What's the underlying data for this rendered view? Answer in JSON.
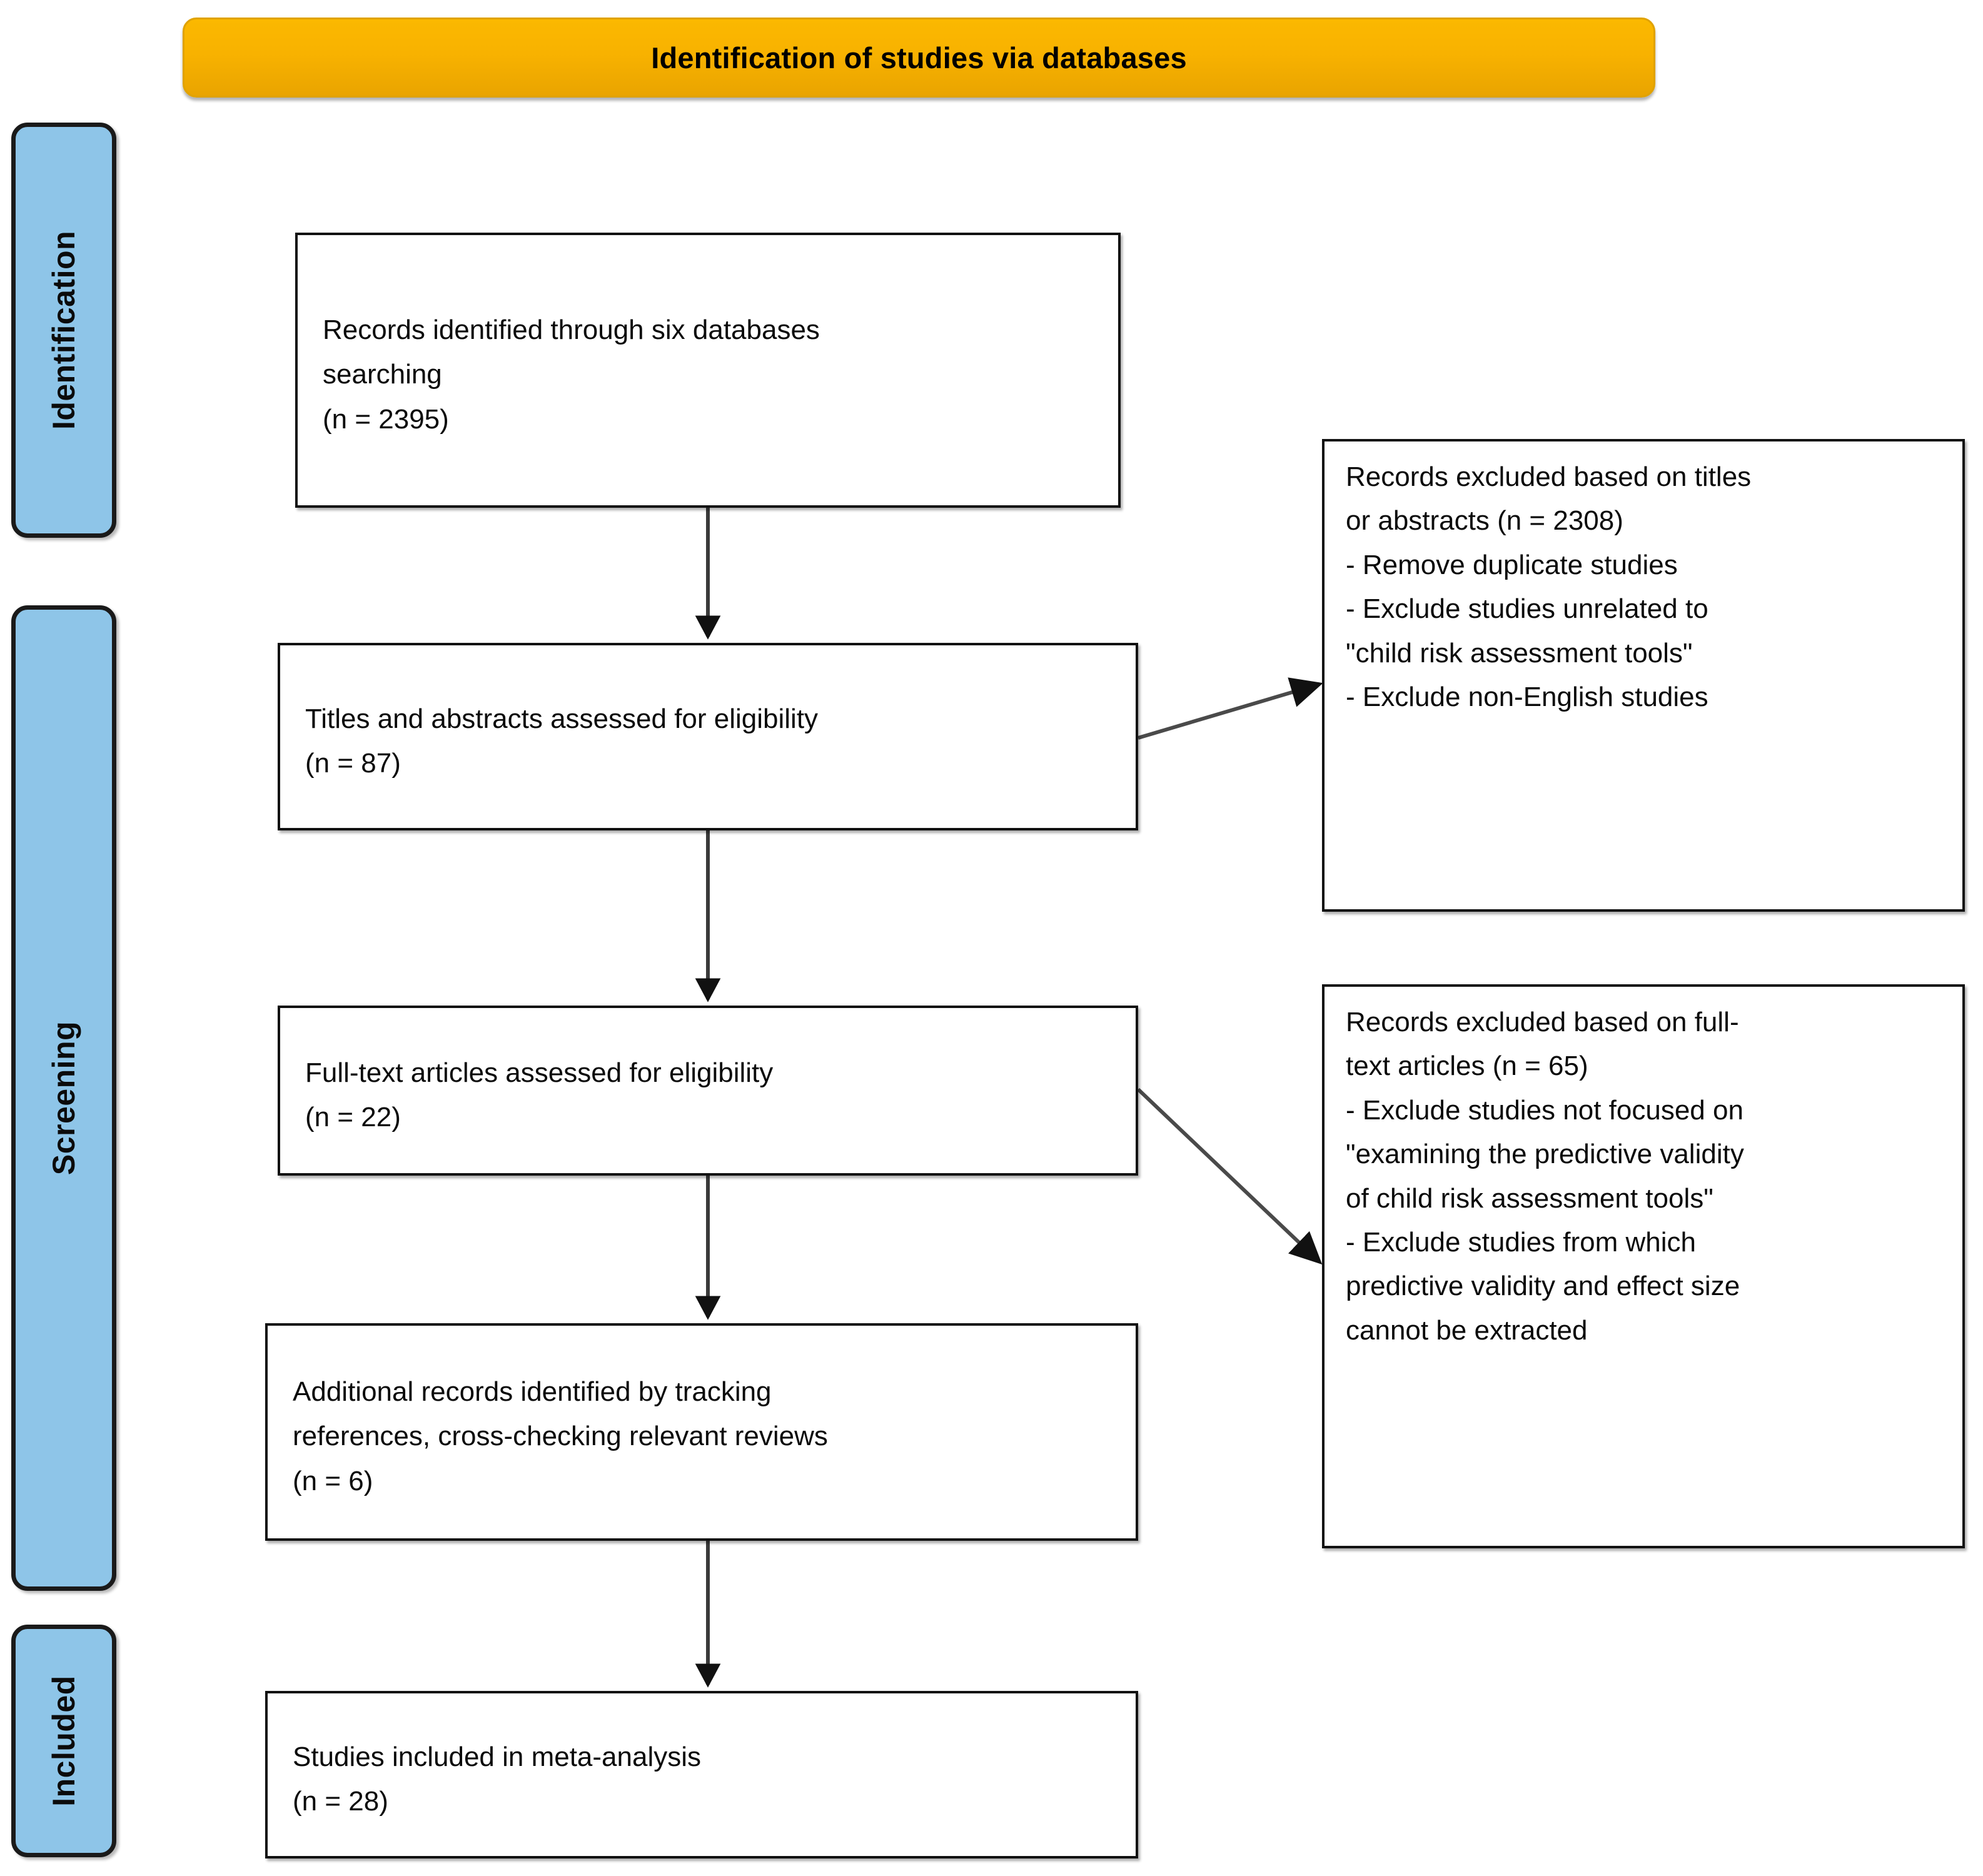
{
  "banner": {
    "title": "Identification of studies via databases",
    "color": "#F8B200"
  },
  "phases": [
    {
      "id": "identification",
      "label": "Identification",
      "color": "#8EC5E8"
    },
    {
      "id": "screening",
      "label": "Screening",
      "color": "#8EC5E8"
    },
    {
      "id": "included",
      "label": "Included",
      "color": "#8EC5E8"
    }
  ],
  "flow": {
    "identified": {
      "line1": "Records identified through six databases",
      "line2": "searching",
      "line3": "(n = 2395)",
      "count": 2395
    },
    "titles_assessed": {
      "line1": "Titles and abstracts assessed for eligibility",
      "line2": "(n = 87)",
      "count": 87
    },
    "fulltext_assessed": {
      "line1": "Full-text articles assessed for eligibility",
      "line2": "(n = 22)",
      "count": 22
    },
    "additional_records": {
      "line1": "Additional records identified by tracking",
      "line2": "references, cross-checking relevant reviews",
      "line3": "(n = 6)",
      "count": 6
    },
    "included_studies": {
      "line1": "Studies included in meta-analysis",
      "line2": "(n = 28)",
      "count": 28
    }
  },
  "exclusions": {
    "by_titles": {
      "line1": "Records excluded based on titles",
      "line2": "or abstracts (n = 2308)",
      "line3": "- Remove duplicate studies",
      "line4": "- Exclude studies unrelated to",
      "line5": "\"child risk assessment tools\"",
      "line6": "- Exclude non-English studies",
      "count": 2308
    },
    "by_fulltext": {
      "line1": "Records excluded based on full-",
      "line2": "text articles (n = 65)",
      "line3": "- Exclude studies not focused on",
      "line4": "\"examining the predictive validity",
      "line5": "of child risk assessment tools\"",
      "line6": "- Exclude studies from which",
      "line7": "predictive validity and effect size",
      "line8": "cannot be extracted",
      "count": 65
    }
  },
  "chart_data": {
    "type": "diagram",
    "title": "Identification of studies via databases",
    "nodes": [
      {
        "id": "identified",
        "phase": "Identification",
        "label": "Records identified through six databases searching",
        "n": 2395
      },
      {
        "id": "titles_assessed",
        "phase": "Screening",
        "label": "Titles and abstracts assessed for eligibility",
        "n": 87
      },
      {
        "id": "excluded_titles",
        "phase": "Screening",
        "label": "Records excluded based on titles or abstracts",
        "n": 2308
      },
      {
        "id": "fulltext_assessed",
        "phase": "Screening",
        "label": "Full-text articles assessed for eligibility",
        "n": 22
      },
      {
        "id": "excluded_fulltext",
        "phase": "Screening",
        "label": "Records excluded based on full-text articles",
        "n": 65
      },
      {
        "id": "additional",
        "phase": "Screening",
        "label": "Additional records identified by tracking references, cross-checking relevant reviews",
        "n": 6
      },
      {
        "id": "included",
        "phase": "Included",
        "label": "Studies included in meta-analysis",
        "n": 28
      }
    ],
    "edges": [
      {
        "from": "identified",
        "to": "titles_assessed",
        "direction": "down"
      },
      {
        "from": "titles_assessed",
        "to": "excluded_titles",
        "direction": "up-right"
      },
      {
        "from": "titles_assessed",
        "to": "fulltext_assessed",
        "direction": "down"
      },
      {
        "from": "fulltext_assessed",
        "to": "excluded_fulltext",
        "direction": "down-right"
      },
      {
        "from": "fulltext_assessed",
        "to": "additional",
        "direction": "down"
      },
      {
        "from": "additional",
        "to": "included",
        "direction": "down"
      }
    ]
  }
}
